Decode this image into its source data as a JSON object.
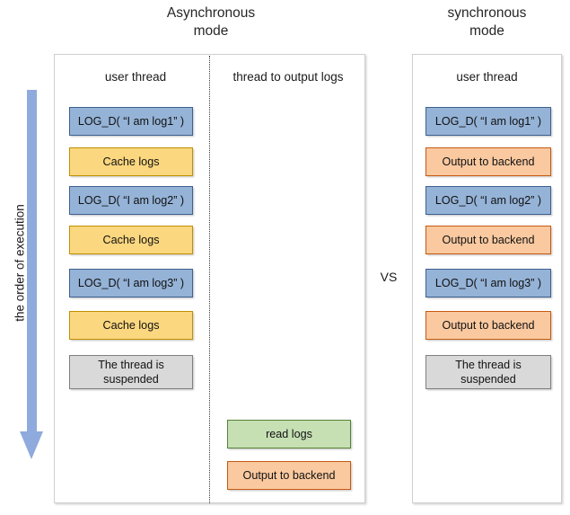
{
  "titles": {
    "async": "Asynchronous\nmode",
    "sync": "synchronous\nmode"
  },
  "vs_label": "VS",
  "order_arrow": {
    "label": "the order of execution",
    "direction": "down",
    "color": "#8FAADC"
  },
  "async_panel": {
    "columns": [
      {
        "header": "user thread",
        "steps": [
          {
            "label": "LOG_D( “I am log1” )",
            "kind": "log",
            "fill": "#95B3D7"
          },
          {
            "label": "Cache logs",
            "kind": "cache",
            "fill": "#FBD77F"
          },
          {
            "label": "LOG_D( “I am log2” )",
            "kind": "log",
            "fill": "#95B3D7"
          },
          {
            "label": "Cache logs",
            "kind": "cache",
            "fill": "#FBD77F"
          },
          {
            "label": "LOG_D( “I am log3” )",
            "kind": "log",
            "fill": "#95B3D7"
          },
          {
            "label": "Cache logs",
            "kind": "cache",
            "fill": "#FBD77F"
          },
          {
            "label": "The thread is\nsuspended",
            "kind": "suspend",
            "fill": "#D9D9D9"
          }
        ]
      },
      {
        "header": "thread to output logs",
        "steps": [
          {
            "label": "read logs",
            "kind": "read",
            "fill": "#C6E0B4"
          },
          {
            "label": "Output to backend",
            "kind": "output",
            "fill": "#FAC9A0"
          }
        ]
      }
    ]
  },
  "sync_panel": {
    "columns": [
      {
        "header": "user thread",
        "steps": [
          {
            "label": "LOG_D( “I am log1” )",
            "kind": "log",
            "fill": "#95B3D7"
          },
          {
            "label": "Output to backend",
            "kind": "output",
            "fill": "#FAC9A0"
          },
          {
            "label": "LOG_D( “I am log2” )",
            "kind": "log",
            "fill": "#95B3D7"
          },
          {
            "label": "Output to backend",
            "kind": "output",
            "fill": "#FAC9A0"
          },
          {
            "label": "LOG_D( “I am log3” )",
            "kind": "log",
            "fill": "#95B3D7"
          },
          {
            "label": "Output to backend",
            "kind": "output",
            "fill": "#FAC9A0"
          },
          {
            "label": "The thread is\nsuspended",
            "kind": "suspend",
            "fill": "#D9D9D9"
          }
        ]
      }
    ]
  }
}
